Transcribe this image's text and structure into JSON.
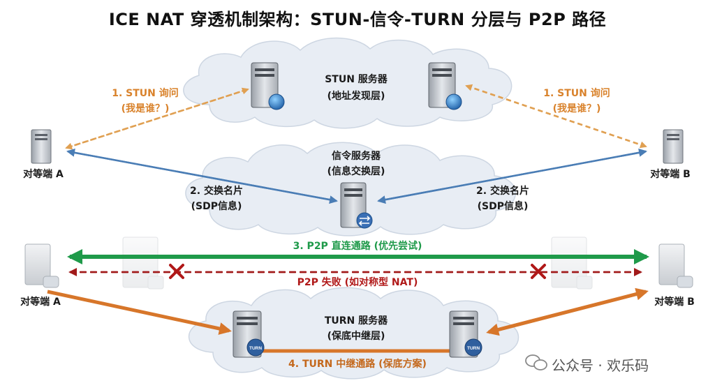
{
  "title": "ICE NAT 穿透机制架构：STUN-信令-TURN 分层与 P2P 路径",
  "stun": {
    "name": "STUN 服务器",
    "sub": "(地址发现层)"
  },
  "signal": {
    "name": "信令服务器",
    "sub": "(信息交换层)"
  },
  "turn": {
    "name": "TURN 服务器",
    "sub": "(保底中继层)"
  },
  "peers": {
    "a_top": "对等端 A",
    "b_top": "对等端 B",
    "a_bottom": "对等端 A",
    "b_bottom": "对等端 B"
  },
  "edges": {
    "stun_query_left_l1": "1. STUN 询问",
    "stun_query_left_l2": "(我是谁？)",
    "stun_query_right_l1": "1. STUN 询问",
    "stun_query_right_l2": "(我是谁？)",
    "exchange_left_l1": "2. 交换名片",
    "exchange_left_l2": "(SDP信息)",
    "exchange_right_l1": "2. 交换名片",
    "exchange_right_l2": "(SDP信息)",
    "p2p_direct": "3. P2P 直连通路 (优先尝试)",
    "p2p_fail": "P2P 失败 (如对称型 NAT)",
    "turn_relay": "4. TURN 中继通路 (保底方案)"
  },
  "badges": {
    "turn": "TURN"
  },
  "watermark": "公众号 · 欢乐码",
  "colors": {
    "stun_arrow": "#e0a052",
    "signal_arrow": "#4a7db5",
    "p2p_green": "#1f9a4a",
    "fail_red": "#a11a1a",
    "turn_orange": "#d7762a",
    "cloud": "#e9eef5"
  }
}
